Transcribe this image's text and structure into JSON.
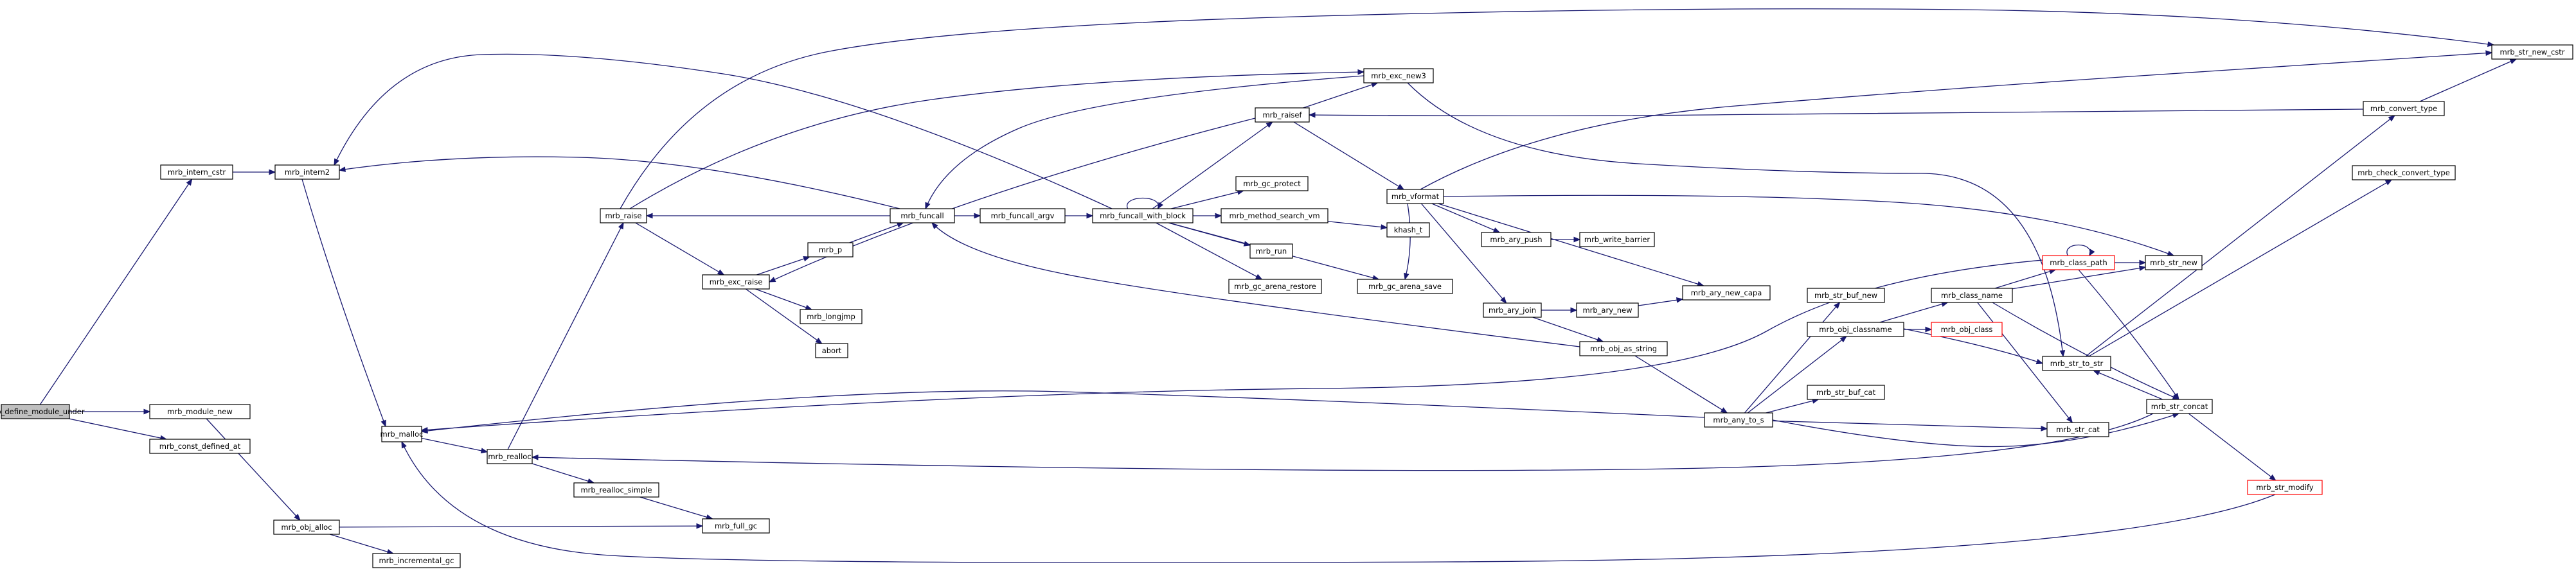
{
  "graph": {
    "root": "mrb_define_module_under",
    "truncated": [
      "mrb_class_path",
      "mrb_obj_class",
      "mrb_str_modify"
    ],
    "colors": {
      "edge": "#191970",
      "node_border": "#000000",
      "node_fill": "#ffffff",
      "root_fill": "#bfbfbf",
      "truncated_border": "#ff0000"
    },
    "nodes": [
      {
        "id": "mrb_define_module_under",
        "label": "mrb_define_module_under"
      },
      {
        "id": "mrb_intern_cstr",
        "label": "mrb_intern_cstr"
      },
      {
        "id": "mrb_module_new",
        "label": "mrb_module_new"
      },
      {
        "id": "mrb_const_defined_at",
        "label": "mrb_const_defined_at"
      },
      {
        "id": "mrb_intern2",
        "label": "mrb_intern2"
      },
      {
        "id": "mrb_malloc",
        "label": "mrb_malloc"
      },
      {
        "id": "mrb_realloc",
        "label": "mrb_realloc"
      },
      {
        "id": "mrb_realloc_simple",
        "label": "mrb_realloc_simple"
      },
      {
        "id": "mrb_obj_alloc",
        "label": "mrb_obj_alloc"
      },
      {
        "id": "mrb_incremental_gc",
        "label": "mrb_incremental_gc"
      },
      {
        "id": "mrb_full_gc",
        "label": "mrb_full_gc"
      },
      {
        "id": "mrb_raise",
        "label": "mrb_raise"
      },
      {
        "id": "mrb_exc_raise",
        "label": "mrb_exc_raise"
      },
      {
        "id": "mrb_p",
        "label": "mrb_p"
      },
      {
        "id": "mrb_longjmp",
        "label": "mrb_longjmp"
      },
      {
        "id": "abort",
        "label": "abort"
      },
      {
        "id": "mrb_funcall",
        "label": "mrb_funcall"
      },
      {
        "id": "mrb_funcall_argv",
        "label": "mrb_funcall_argv"
      },
      {
        "id": "mrb_funcall_with_block",
        "label": "mrb_funcall_with_block"
      },
      {
        "id": "mrb_gc_protect",
        "label": "mrb_gc_protect"
      },
      {
        "id": "mrb_method_search_vm",
        "label": "mrb_method_search_vm"
      },
      {
        "id": "mrb_run",
        "label": "mrb_run"
      },
      {
        "id": "mrb_gc_arena_restore",
        "label": "mrb_gc_arena_restore"
      },
      {
        "id": "mrb_gc_arena_save",
        "label": "mrb_gc_arena_save"
      },
      {
        "id": "khash_t",
        "label": "khash_t"
      },
      {
        "id": "mrb_raisef",
        "label": "mrb_raisef"
      },
      {
        "id": "mrb_exc_new3",
        "label": "mrb_exc_new3"
      },
      {
        "id": "mrb_vformat",
        "label": "mrb_vformat"
      },
      {
        "id": "mrb_ary_push",
        "label": "mrb_ary_push"
      },
      {
        "id": "mrb_write_barrier",
        "label": "mrb_write_barrier"
      },
      {
        "id": "mrb_ary_new_capa",
        "label": "mrb_ary_new_capa"
      },
      {
        "id": "mrb_ary_join",
        "label": "mrb_ary_join"
      },
      {
        "id": "mrb_ary_new",
        "label": "mrb_ary_new"
      },
      {
        "id": "mrb_obj_as_string",
        "label": "mrb_obj_as_string"
      },
      {
        "id": "mrb_any_to_s",
        "label": "mrb_any_to_s"
      },
      {
        "id": "mrb_str_buf_new",
        "label": "mrb_str_buf_new"
      },
      {
        "id": "mrb_obj_classname",
        "label": "mrb_obj_classname"
      },
      {
        "id": "mrb_str_buf_cat",
        "label": "mrb_str_buf_cat"
      },
      {
        "id": "mrb_class_name",
        "label": "mrb_class_name"
      },
      {
        "id": "mrb_obj_class",
        "label": "mrb_obj_class"
      },
      {
        "id": "mrb_class_path",
        "label": "mrb_class_path"
      },
      {
        "id": "mrb_str_new",
        "label": "mrb_str_new"
      },
      {
        "id": "mrb_str_to_str",
        "label": "mrb_str_to_str"
      },
      {
        "id": "mrb_str_cat",
        "label": "mrb_str_cat"
      },
      {
        "id": "mrb_str_concat",
        "label": "mrb_str_concat"
      },
      {
        "id": "mrb_str_modify",
        "label": "mrb_str_modify"
      },
      {
        "id": "mrb_convert_type",
        "label": "mrb_convert_type"
      },
      {
        "id": "mrb_check_convert_type",
        "label": "mrb_check_convert_type"
      },
      {
        "id": "mrb_str_new_cstr",
        "label": "mrb_str_new_cstr"
      }
    ],
    "edges": [
      [
        "mrb_define_module_under",
        "mrb_intern_cstr"
      ],
      [
        "mrb_define_module_under",
        "mrb_module_new"
      ],
      [
        "mrb_define_module_under",
        "mrb_const_defined_at"
      ],
      [
        "mrb_intern_cstr",
        "mrb_intern2"
      ],
      [
        "mrb_intern2",
        "mrb_malloc"
      ],
      [
        "mrb_malloc",
        "mrb_realloc"
      ],
      [
        "mrb_realloc",
        "mrb_realloc_simple"
      ],
      [
        "mrb_realloc",
        "mrb_raise"
      ],
      [
        "mrb_realloc_simple",
        "mrb_full_gc"
      ],
      [
        "mrb_module_new",
        "mrb_obj_alloc"
      ],
      [
        "mrb_obj_alloc",
        "mrb_incremental_gc"
      ],
      [
        "mrb_obj_alloc",
        "mrb_full_gc"
      ],
      [
        "mrb_raise",
        "mrb_exc_raise"
      ],
      [
        "mrb_raise",
        "mrb_exc_new3"
      ],
      [
        "mrb_raise",
        "mrb_str_new_cstr"
      ],
      [
        "mrb_exc_raise",
        "mrb_p"
      ],
      [
        "mrb_exc_raise",
        "mrb_longjmp"
      ],
      [
        "mrb_exc_raise",
        "abort"
      ],
      [
        "mrb_p",
        "mrb_funcall"
      ],
      [
        "mrb_funcall",
        "mrb_funcall_argv"
      ],
      [
        "mrb_funcall",
        "mrb_raise"
      ],
      [
        "mrb_funcall",
        "mrb_intern2"
      ],
      [
        "mrb_funcall_argv",
        "mrb_funcall_with_block"
      ],
      [
        "mrb_funcall_with_block",
        "mrb_funcall_with_block"
      ],
      [
        "mrb_funcall_with_block",
        "mrb_gc_protect"
      ],
      [
        "mrb_funcall_with_block",
        "mrb_method_search_vm"
      ],
      [
        "mrb_funcall_with_block",
        "mrb_run"
      ],
      [
        "mrb_funcall_with_block",
        "mrb_gc_arena_restore"
      ],
      [
        "mrb_funcall_with_block",
        "mrb_gc_arena_save"
      ],
      [
        "mrb_funcall_with_block",
        "mrb_raisef"
      ],
      [
        "mrb_funcall_with_block",
        "mrb_intern2"
      ],
      [
        "mrb_method_search_vm",
        "khash_t"
      ],
      [
        "mrb_raisef",
        "mrb_vformat"
      ],
      [
        "mrb_raisef",
        "mrb_exc_new3"
      ],
      [
        "mrb_raisef",
        "mrb_exc_raise"
      ],
      [
        "mrb_exc_new3",
        "mrb_funcall"
      ],
      [
        "mrb_exc_new3",
        "mrb_str_to_str"
      ],
      [
        "mrb_vformat",
        "mrb_ary_new_capa"
      ],
      [
        "mrb_vformat",
        "mrb_ary_push"
      ],
      [
        "mrb_vformat",
        "mrb_ary_join"
      ],
      [
        "mrb_vformat",
        "mrb_str_new"
      ],
      [
        "mrb_vformat",
        "mrb_str_new_cstr"
      ],
      [
        "mrb_vformat",
        "mrb_gc_arena_save"
      ],
      [
        "mrb_ary_push",
        "mrb_write_barrier"
      ],
      [
        "mrb_ary_join",
        "mrb_ary_new"
      ],
      [
        "mrb_ary_join",
        "mrb_obj_as_string"
      ],
      [
        "mrb_ary_new",
        "mrb_ary_new_capa"
      ],
      [
        "mrb_obj_as_string",
        "mrb_any_to_s"
      ],
      [
        "mrb_obj_as_string",
        "mrb_funcall"
      ],
      [
        "mrb_any_to_s",
        "mrb_str_buf_new"
      ],
      [
        "mrb_any_to_s",
        "mrb_obj_classname"
      ],
      [
        "mrb_any_to_s",
        "mrb_str_buf_cat"
      ],
      [
        "mrb_any_to_s",
        "mrb_str_cat"
      ],
      [
        "mrb_any_to_s",
        "mrb_str_concat"
      ],
      [
        "mrb_any_to_s",
        "mrb_malloc"
      ],
      [
        "mrb_obj_classname",
        "mrb_class_name"
      ],
      [
        "mrb_obj_classname",
        "mrb_obj_class"
      ],
      [
        "mrb_obj_classname",
        "mrb_str_to_str"
      ],
      [
        "mrb_class_name",
        "mrb_class_path"
      ],
      [
        "mrb_class_name",
        "mrb_str_new"
      ],
      [
        "mrb_class_name",
        "mrb_str_cat"
      ],
      [
        "mrb_class_name",
        "mrb_str_concat"
      ],
      [
        "mrb_class_path",
        "mrb_class_path"
      ],
      [
        "mrb_class_path",
        "mrb_str_new"
      ],
      [
        "mrb_class_path",
        "mrb_str_concat"
      ],
      [
        "mrb_class_path",
        "mrb_malloc"
      ],
      [
        "mrb_str_concat",
        "mrb_str_to_str"
      ],
      [
        "mrb_str_concat",
        "mrb_str_modify"
      ],
      [
        "mrb_str_concat",
        "mrb_realloc"
      ],
      [
        "mrb_str_modify",
        "mrb_malloc"
      ],
      [
        "mrb_str_to_str",
        "mrb_convert_type"
      ],
      [
        "mrb_str_to_str",
        "mrb_check_convert_type"
      ],
      [
        "mrb_convert_type",
        "mrb_str_new_cstr"
      ],
      [
        "mrb_convert_type",
        "mrb_raisef"
      ]
    ]
  }
}
